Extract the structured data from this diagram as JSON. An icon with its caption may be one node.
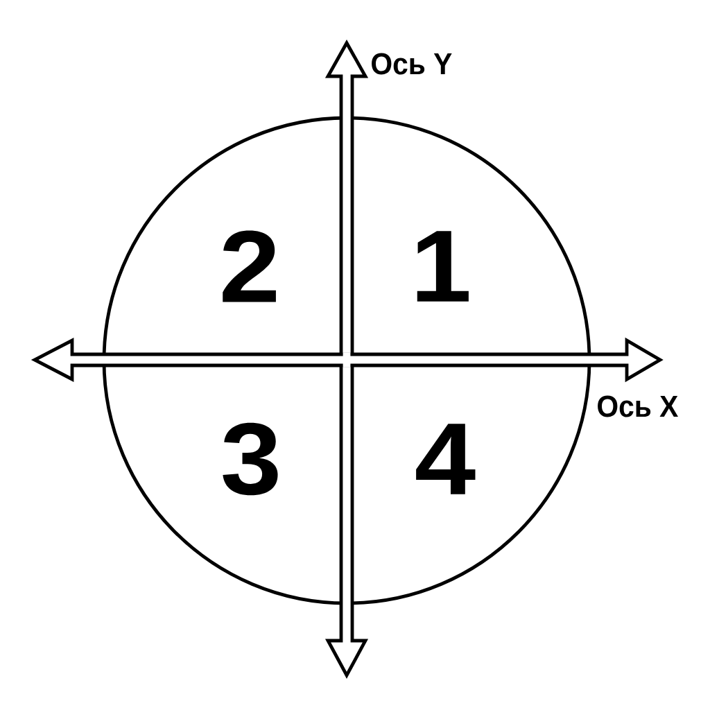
{
  "diagram": {
    "labels": [
      "Ось Y",
      "2",
      "1",
      "Ось X",
      "3",
      "4"
    ]
  }
}
